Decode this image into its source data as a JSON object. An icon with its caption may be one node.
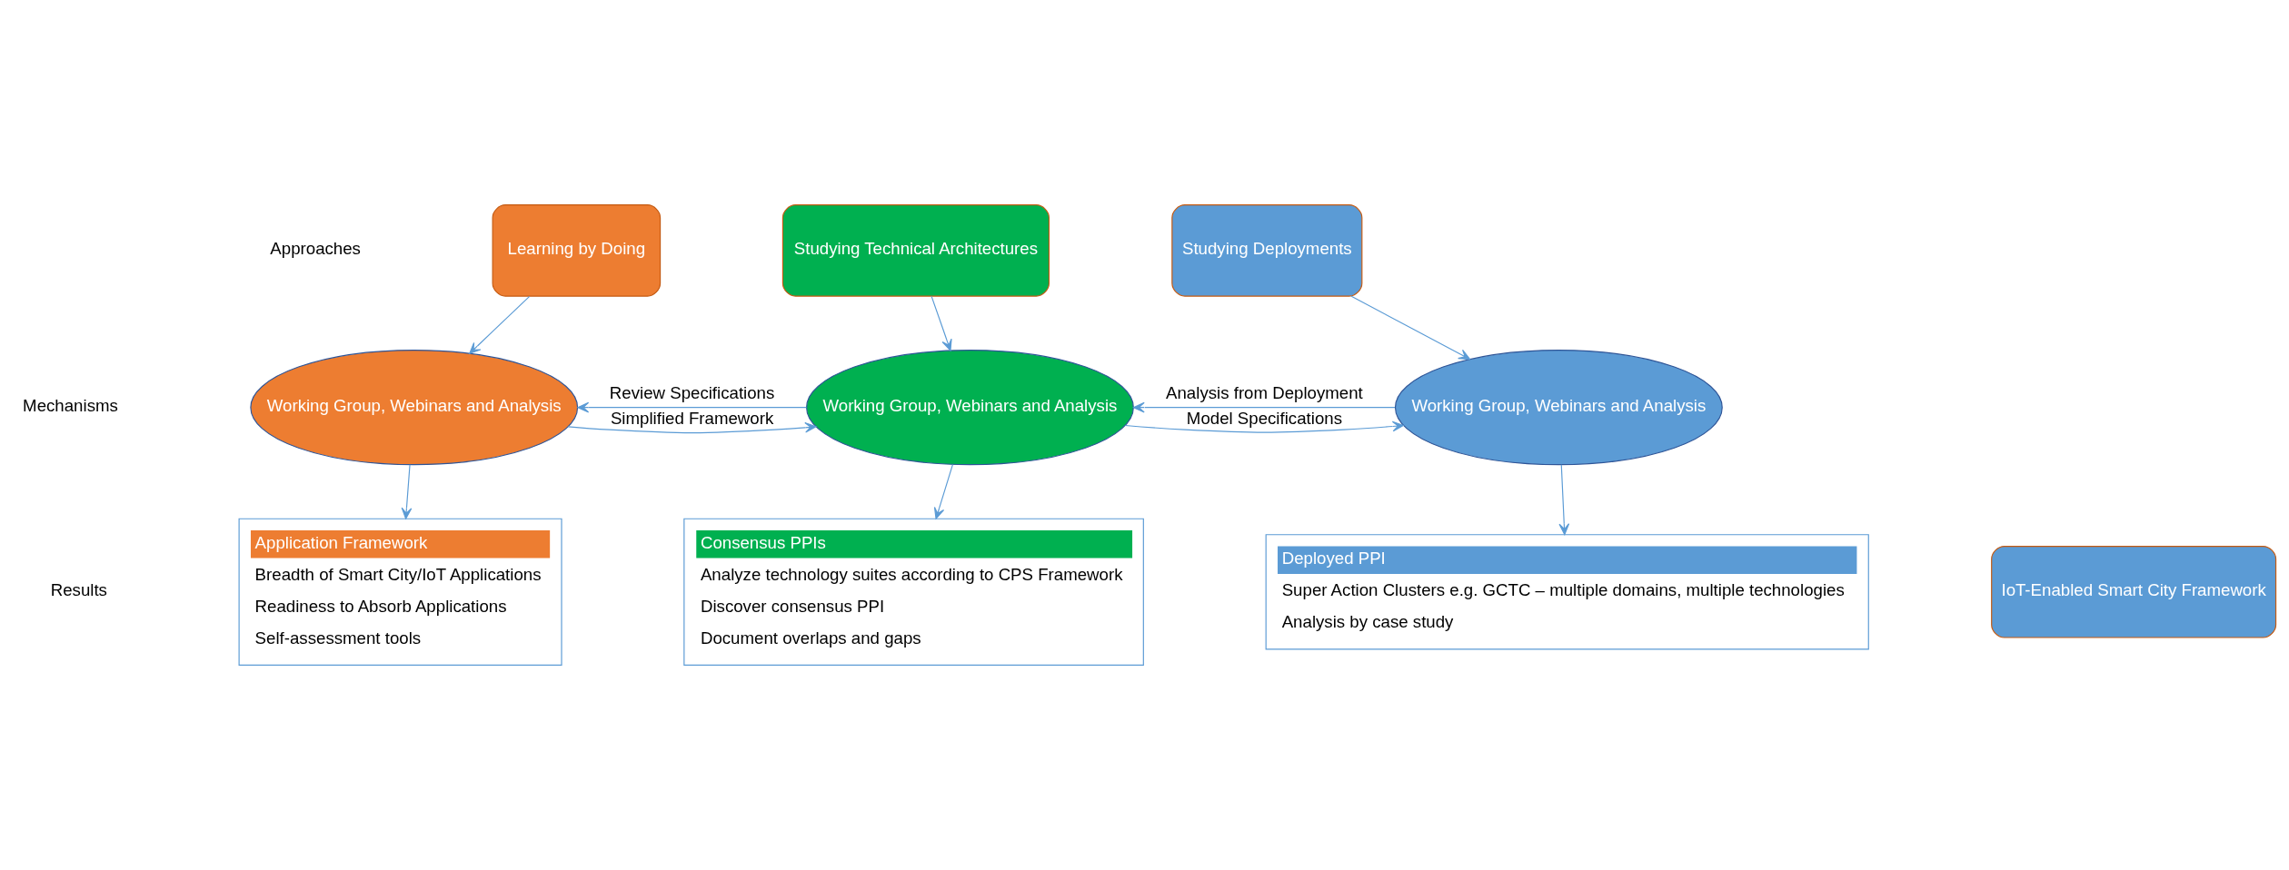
{
  "diagram": {
    "nodes": [
      {
        "text": [
          "Learning by Doing"
        ]
      },
      {
        "text": [
          "Studying Technical Architectures"
        ]
      },
      {
        "text": [
          "Studying Deployments"
        ]
      },
      {
        "text": [
          "Working Group, Webinars and Analysis"
        ]
      },
      {
        "text": [
          "Working Group, Webinars and Analysis"
        ]
      },
      {
        "text": [
          "Working Group, Webinars and Analysis"
        ]
      },
      {
        "text": [
          "Application Framework",
          "Breadth of Smart City/IoT Applications",
          "Readiness to Absorb Applications",
          "Self-assessment tools"
        ]
      },
      {
        "text": [
          "Consensus PPIs",
          "Analyze technology suites according to CPS Framework",
          "Discover consensus PPI",
          "Document overlaps and gaps"
        ]
      },
      {
        "text": [
          "Deployed PPI",
          "Super Action Clusters e.g. GCTC – multiple domains, multiple technologies",
          "Analysis by case study"
        ]
      },
      {
        "text": [
          "IoT-Enabled Smart City Framework"
        ]
      }
    ],
    "edges": [
      {
        "from": 0,
        "to": 3,
        "arrow": "to"
      },
      {
        "from": 1,
        "to": 4,
        "arrow": "to"
      },
      {
        "from": 2,
        "to": 5,
        "arrow": "to"
      },
      {
        "from": 3,
        "to": 4,
        "arrow": "to",
        "label": "Simplified Framework"
      },
      {
        "from": 4,
        "to": 3,
        "arrow": "to",
        "label": "Review Specifications"
      },
      {
        "from": 4,
        "to": 5,
        "arrow": "to",
        "label": "Model Specifications"
      },
      {
        "from": 5,
        "to": 4,
        "arrow": "to",
        "label": "Analysis from Deployment"
      },
      {
        "from": 3,
        "to": 6,
        "arrow": "to"
      },
      {
        "from": 4,
        "to": 7,
        "arrow": "to"
      },
      {
        "from": 5,
        "to": 8,
        "arrow": "to"
      }
    ],
    "labels": [
      "Approaches",
      "Mechanisms",
      "Results"
    ]
  }
}
